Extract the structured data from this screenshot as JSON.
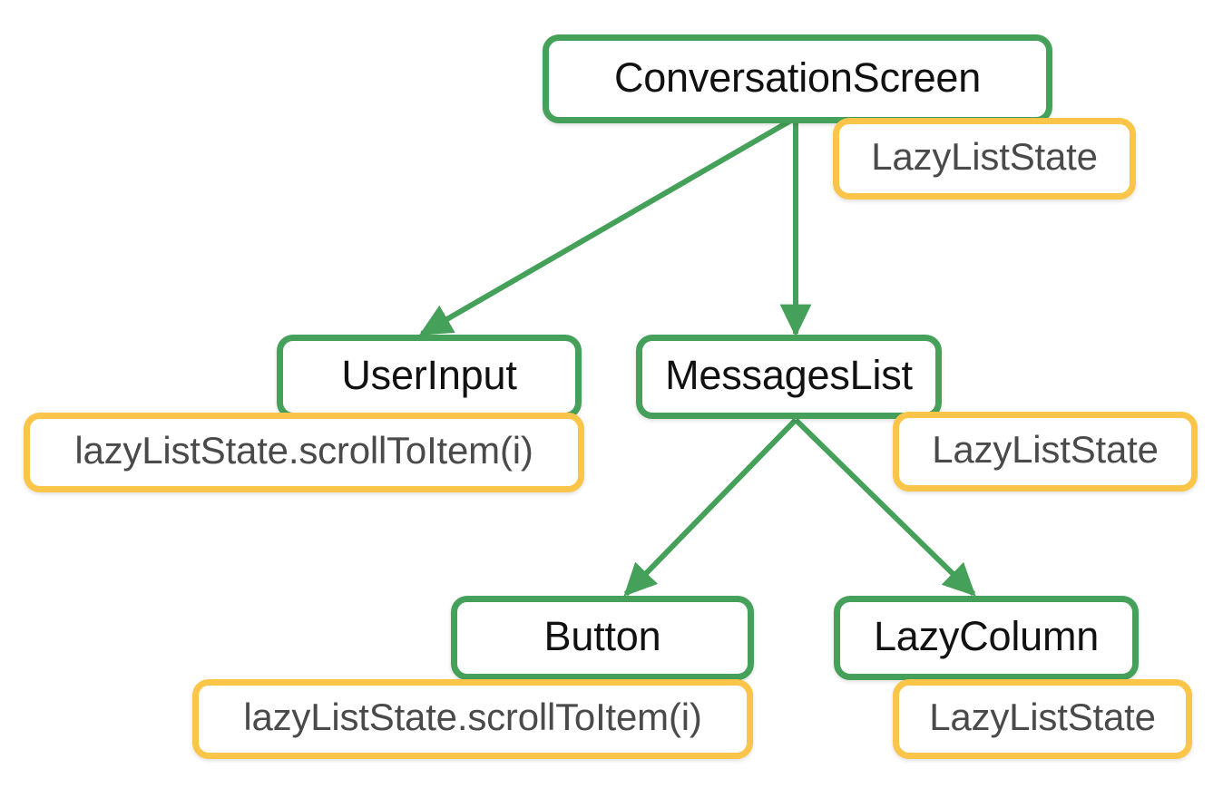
{
  "diagram": {
    "title": "ConversationScreen state hoisting tree",
    "background_color": "#ffffff",
    "composable_border_color": "#45a05a",
    "state_border_color": "#fbc54a",
    "composable_text_color": "#111111",
    "state_text_color": "#4a4a4a",
    "edge_color": "#45a05a"
  },
  "nodes": {
    "conversation_screen": {
      "label": "ConversationScreen",
      "kind": "composable"
    },
    "user_input": {
      "label": "UserInput",
      "kind": "composable"
    },
    "messages_list": {
      "label": "MessagesList",
      "kind": "composable"
    },
    "button": {
      "label": "Button",
      "kind": "composable"
    },
    "lazy_column": {
      "label": "LazyColumn",
      "kind": "composable"
    },
    "state_conversation": {
      "label": "LazyListState",
      "kind": "state"
    },
    "state_user_input": {
      "label": "lazyListState.scrollToItem(i)",
      "kind": "state"
    },
    "state_messages_list": {
      "label": "LazyListState",
      "kind": "state"
    },
    "state_button": {
      "label": "lazyListState.scrollToItem(i)",
      "kind": "state"
    },
    "state_lazy_column": {
      "label": "LazyListState",
      "kind": "state"
    }
  },
  "edges": [
    {
      "from": "ConversationScreen",
      "to": "UserInput"
    },
    {
      "from": "ConversationScreen",
      "to": "MessagesList"
    },
    {
      "from": "MessagesList",
      "to": "Button"
    },
    {
      "from": "MessagesList",
      "to": "LazyColumn"
    }
  ]
}
